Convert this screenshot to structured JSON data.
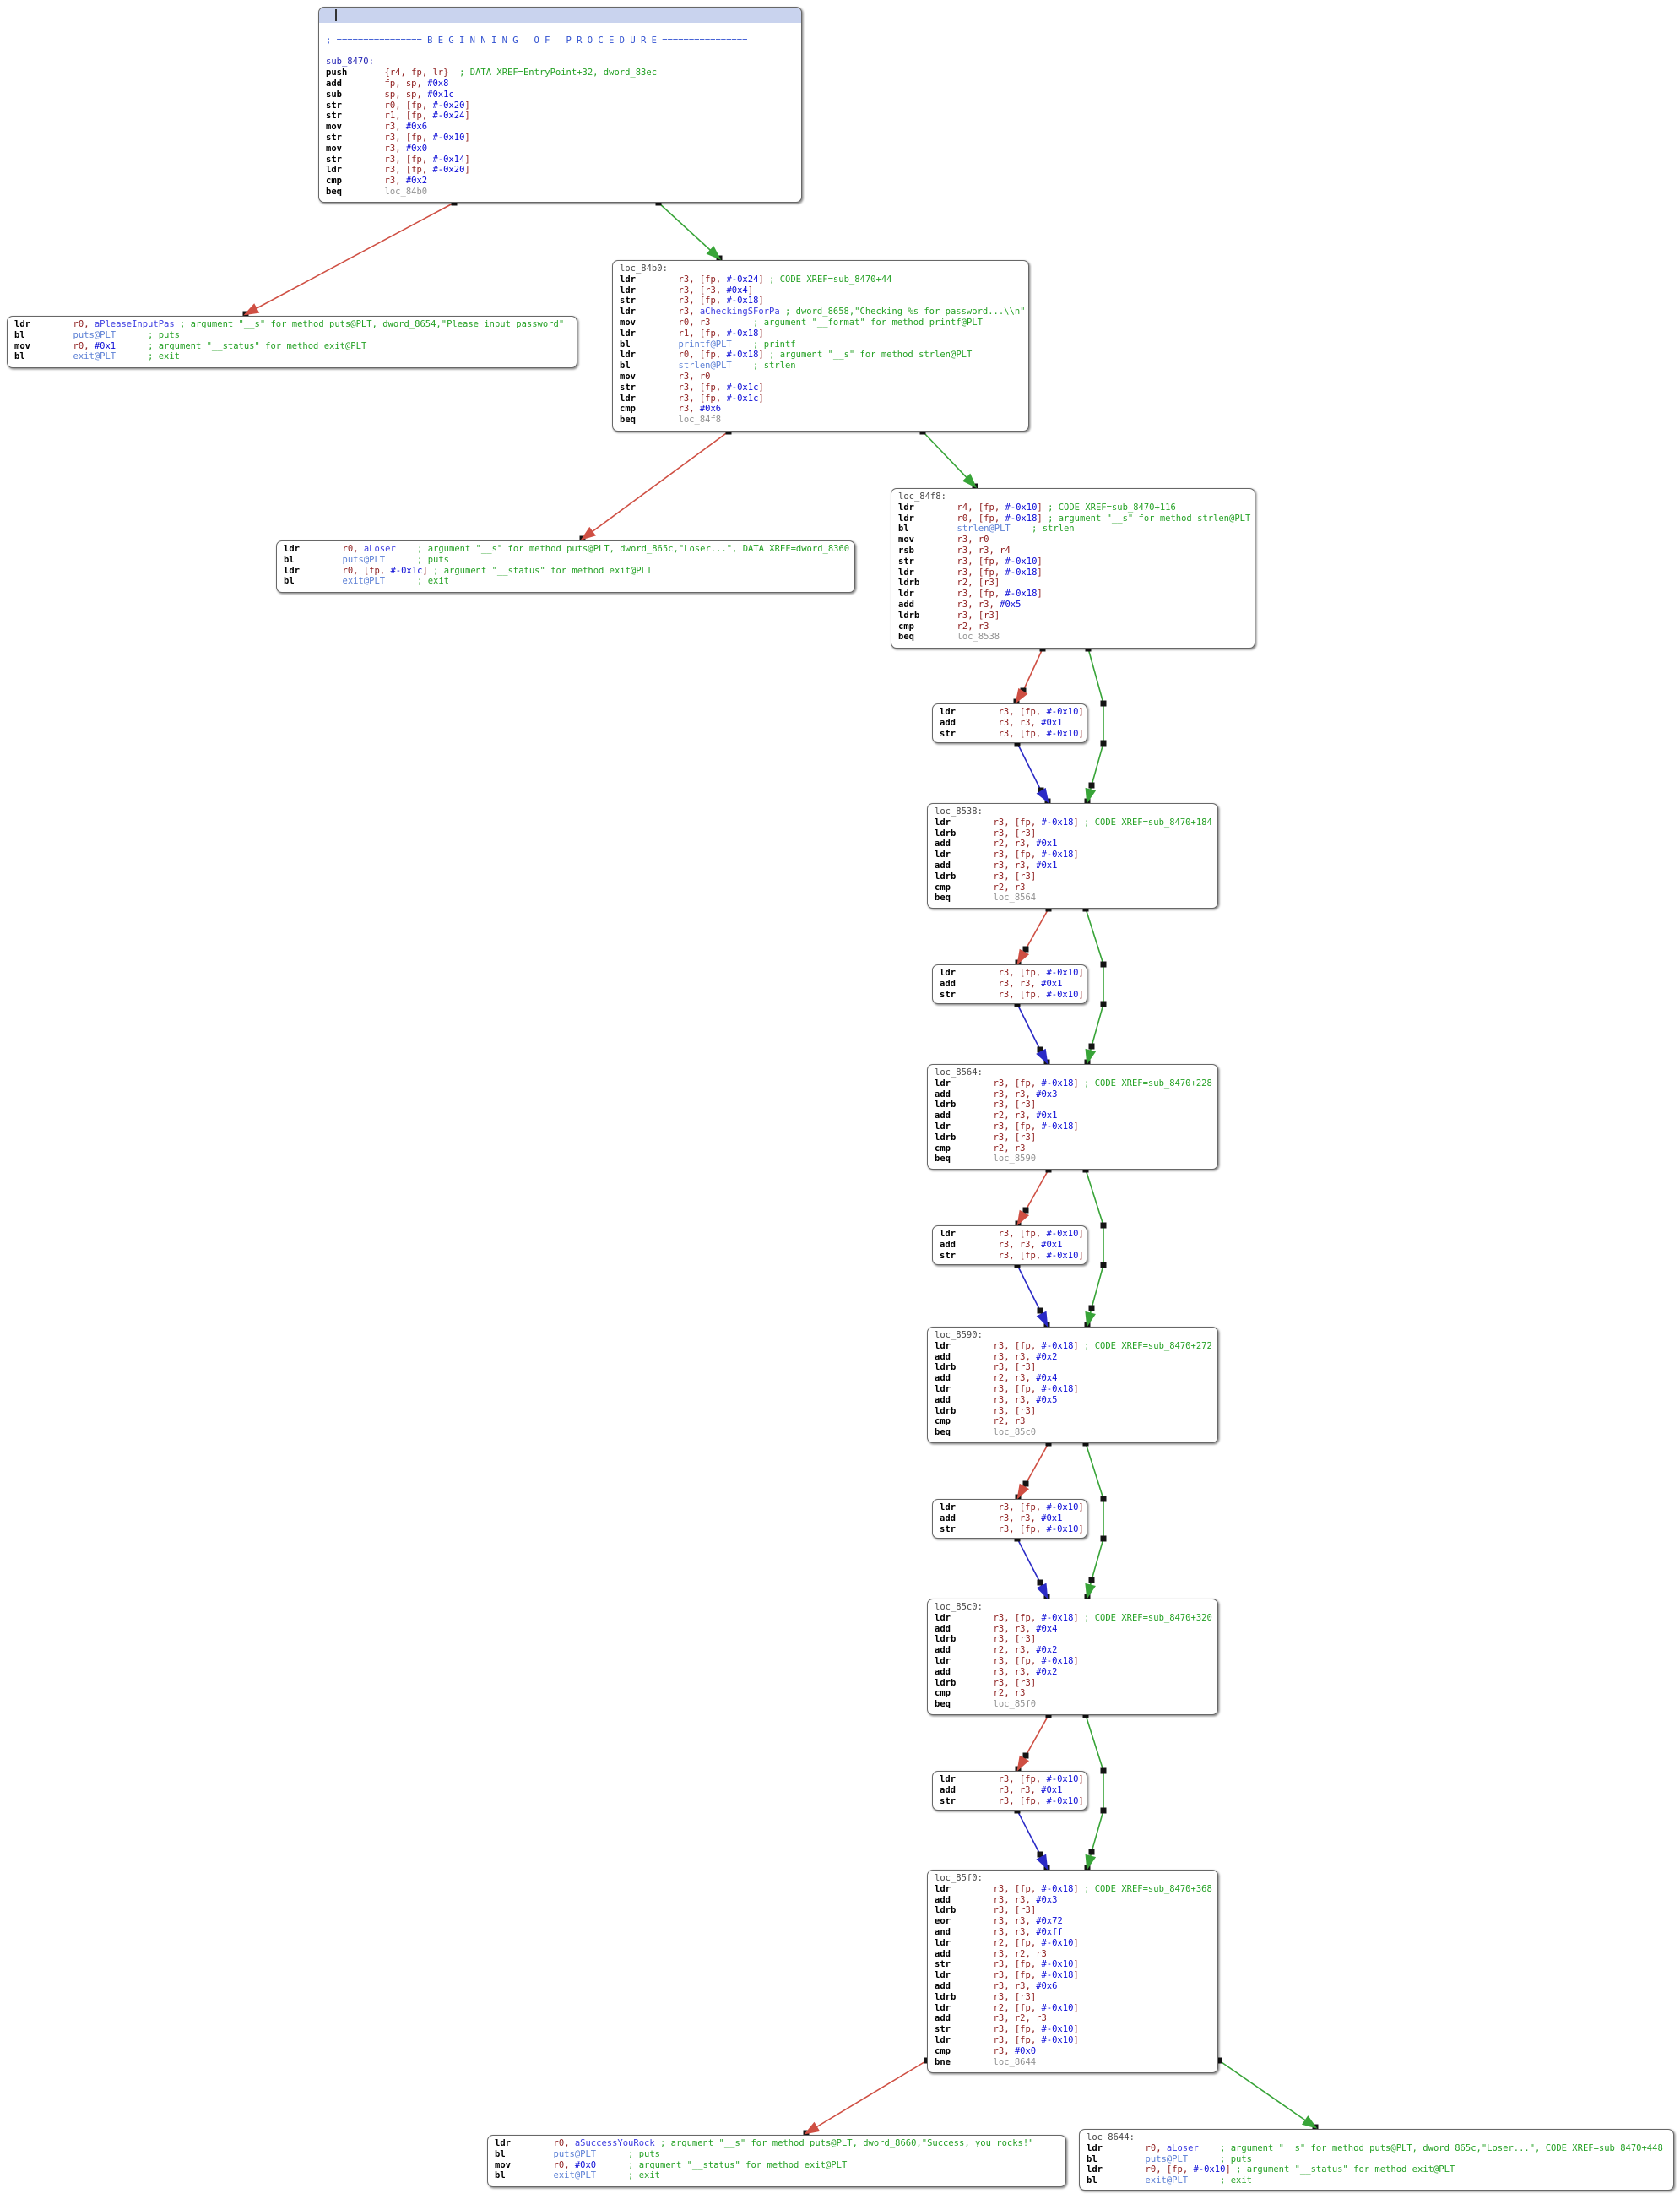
{
  "app": {
    "view_name": "disassembly-graph-view"
  },
  "colors": {
    "canvas_bg": "#ffffff",
    "node_bg": "#ffffff",
    "node_border": "#676767",
    "selection_band": "#c9d3ee",
    "edge_taken": "#38a438",
    "edge_not_taken": "#cf4f43",
    "edge_unconditional": "#2a2ac6",
    "waypoint": "#141414",
    "mnemonic": "#000000",
    "register": "#8f2020",
    "number": "#0a0ad6",
    "string_symbol": "#3d3de0",
    "plt_symbol": "#5b7fd4",
    "comment": "#25a125",
    "branch_target": "#909090",
    "procedure_label": "#2424b4",
    "local_label": "#4a4a4a",
    "banner_comment": "#3050d0"
  },
  "graph": {
    "blocks": [
      {
        "id": "entry",
        "selected": true,
        "rows": [
          {
            "t": "sel"
          },
          {
            "t": "blank"
          },
          {
            "t": "banner",
            "text": "; ================ B E G I N N I N G   O F   P R O C E D U R E ================"
          },
          {
            "t": "blank"
          },
          {
            "t": "label",
            "kind": "proc",
            "text": "sub_8470:"
          },
          {
            "t": "i",
            "m": "push",
            "o": "{r4, fp, lr}",
            "c": "; DATA XREF=EntryPoint+32, dword_83ec"
          },
          {
            "t": "i",
            "m": "add",
            "o": "fp, sp, #0x8"
          },
          {
            "t": "i",
            "m": "sub",
            "o": "sp, sp, #0x1c"
          },
          {
            "t": "i",
            "m": "str",
            "o": "r0, [fp, #-0x20]"
          },
          {
            "t": "i",
            "m": "str",
            "o": "r1, [fp, #-0x24]"
          },
          {
            "t": "i",
            "m": "mov",
            "o": "r3, #0x6"
          },
          {
            "t": "i",
            "m": "str",
            "o": "r3, [fp, #-0x10]"
          },
          {
            "t": "i",
            "m": "mov",
            "o": "r3, #0x0"
          },
          {
            "t": "i",
            "m": "str",
            "o": "r3, [fp, #-0x14]"
          },
          {
            "t": "i",
            "m": "ldr",
            "o": "r3, [fp, #-0x20]"
          },
          {
            "t": "i",
            "m": "cmp",
            "o": "r3, #0x2"
          },
          {
            "t": "i",
            "m": "beq",
            "o": "loc_84b0"
          }
        ]
      },
      {
        "id": "please",
        "rows": [
          {
            "t": "i",
            "m": "ldr",
            "o": "r0, aPleaseInputPas",
            "c": "; argument \"__s\" for method puts@PLT, dword_8654,\"Please input password\""
          },
          {
            "t": "i",
            "m": "bl",
            "o": "puts@PLT",
            "c": "; puts"
          },
          {
            "t": "i",
            "m": "mov",
            "o": "r0, #0x1",
            "c": "; argument \"__status\" for method exit@PLT"
          },
          {
            "t": "i",
            "m": "bl",
            "o": "exit@PLT",
            "c": "; exit"
          }
        ]
      },
      {
        "id": "loc_84b0",
        "rows": [
          {
            "t": "label",
            "kind": "loc",
            "text": "loc_84b0:"
          },
          {
            "t": "i",
            "m": "ldr",
            "o": "r3, [fp, #-0x24]",
            "c": "; CODE XREF=sub_8470+44"
          },
          {
            "t": "i",
            "m": "ldr",
            "o": "r3, [r3, #0x4]"
          },
          {
            "t": "i",
            "m": "str",
            "o": "r3, [fp, #-0x18]"
          },
          {
            "t": "i",
            "m": "ldr",
            "o": "r3, aCheckingSForPa",
            "c": "; dword_8658,\"Checking %s for password...\\\\n\""
          },
          {
            "t": "i",
            "m": "mov",
            "o": "r0, r3",
            "c": "; argument \"__format\" for method printf@PLT"
          },
          {
            "t": "i",
            "m": "ldr",
            "o": "r1, [fp, #-0x18]"
          },
          {
            "t": "i",
            "m": "bl",
            "o": "printf@PLT",
            "c": "; printf"
          },
          {
            "t": "i",
            "m": "ldr",
            "o": "r0, [fp, #-0x18]",
            "c": "; argument \"__s\" for method strlen@PLT"
          },
          {
            "t": "i",
            "m": "bl",
            "o": "strlen@PLT",
            "c": "; strlen"
          },
          {
            "t": "i",
            "m": "mov",
            "o": "r3, r0"
          },
          {
            "t": "i",
            "m": "str",
            "o": "r3, [fp, #-0x1c]"
          },
          {
            "t": "i",
            "m": "ldr",
            "o": "r3, [fp, #-0x1c]"
          },
          {
            "t": "i",
            "m": "cmp",
            "o": "r3, #0x6"
          },
          {
            "t": "i",
            "m": "beq",
            "o": "loc_84f8"
          }
        ]
      },
      {
        "id": "loser1",
        "rows": [
          {
            "t": "i",
            "m": "ldr",
            "o": "r0, aLoser",
            "c": "; argument \"__s\" for method puts@PLT, dword_865c,\"Loser...\", DATA XREF=dword_8360"
          },
          {
            "t": "i",
            "m": "bl",
            "o": "puts@PLT",
            "c": "; puts"
          },
          {
            "t": "i",
            "m": "ldr",
            "o": "r0, [fp, #-0x1c]",
            "c": "; argument \"__status\" for method exit@PLT"
          },
          {
            "t": "i",
            "m": "bl",
            "o": "exit@PLT",
            "c": "; exit"
          }
        ]
      },
      {
        "id": "loc_84f8",
        "rows": [
          {
            "t": "label",
            "kind": "loc",
            "text": "loc_84f8:"
          },
          {
            "t": "i",
            "m": "ldr",
            "o": "r4, [fp, #-0x10]",
            "c": "; CODE XREF=sub_8470+116"
          },
          {
            "t": "i",
            "m": "ldr",
            "o": "r0, [fp, #-0x18]",
            "c": "; argument \"__s\" for method strlen@PLT"
          },
          {
            "t": "i",
            "m": "bl",
            "o": "strlen@PLT",
            "c": "; strlen"
          },
          {
            "t": "i",
            "m": "mov",
            "o": "r3, r0"
          },
          {
            "t": "i",
            "m": "rsb",
            "o": "r3, r3, r4"
          },
          {
            "t": "i",
            "m": "str",
            "o": "r3, [fp, #-0x10]"
          },
          {
            "t": "i",
            "m": "ldr",
            "o": "r3, [fp, #-0x18]"
          },
          {
            "t": "i",
            "m": "ldrb",
            "o": "r2, [r3]"
          },
          {
            "t": "i",
            "m": "ldr",
            "o": "r3, [fp, #-0x18]"
          },
          {
            "t": "i",
            "m": "add",
            "o": "r3, r3, #0x5"
          },
          {
            "t": "i",
            "m": "ldrb",
            "o": "r3, [r3]"
          },
          {
            "t": "i",
            "m": "cmp",
            "o": "r2, r3"
          },
          {
            "t": "i",
            "m": "beq",
            "o": "loc_8538"
          }
        ]
      },
      {
        "id": "inc1",
        "rows": [
          {
            "t": "i",
            "m": "ldr",
            "o": "r3, [fp, #-0x10]"
          },
          {
            "t": "i",
            "m": "add",
            "o": "r3, r3, #0x1"
          },
          {
            "t": "i",
            "m": "str",
            "o": "r3, [fp, #-0x10]"
          }
        ]
      },
      {
        "id": "loc_8538",
        "rows": [
          {
            "t": "label",
            "kind": "loc",
            "text": "loc_8538:"
          },
          {
            "t": "i",
            "m": "ldr",
            "o": "r3, [fp, #-0x18]",
            "c": "; CODE XREF=sub_8470+184"
          },
          {
            "t": "i",
            "m": "ldrb",
            "o": "r3, [r3]"
          },
          {
            "t": "i",
            "m": "add",
            "o": "r2, r3, #0x1"
          },
          {
            "t": "i",
            "m": "ldr",
            "o": "r3, [fp, #-0x18]"
          },
          {
            "t": "i",
            "m": "add",
            "o": "r3, r3, #0x1"
          },
          {
            "t": "i",
            "m": "ldrb",
            "o": "r3, [r3]"
          },
          {
            "t": "i",
            "m": "cmp",
            "o": "r2, r3"
          },
          {
            "t": "i",
            "m": "beq",
            "o": "loc_8564"
          }
        ]
      },
      {
        "id": "inc2",
        "rows": [
          {
            "t": "i",
            "m": "ldr",
            "o": "r3, [fp, #-0x10]"
          },
          {
            "t": "i",
            "m": "add",
            "o": "r3, r3, #0x1"
          },
          {
            "t": "i",
            "m": "str",
            "o": "r3, [fp, #-0x10]"
          }
        ]
      },
      {
        "id": "loc_8564",
        "rows": [
          {
            "t": "label",
            "kind": "loc",
            "text": "loc_8564:"
          },
          {
            "t": "i",
            "m": "ldr",
            "o": "r3, [fp, #-0x18]",
            "c": "; CODE XREF=sub_8470+228"
          },
          {
            "t": "i",
            "m": "add",
            "o": "r3, r3, #0x3"
          },
          {
            "t": "i",
            "m": "ldrb",
            "o": "r3, [r3]"
          },
          {
            "t": "i",
            "m": "add",
            "o": "r2, r3, #0x1"
          },
          {
            "t": "i",
            "m": "ldr",
            "o": "r3, [fp, #-0x18]"
          },
          {
            "t": "i",
            "m": "ldrb",
            "o": "r3, [r3]"
          },
          {
            "t": "i",
            "m": "cmp",
            "o": "r2, r3"
          },
          {
            "t": "i",
            "m": "beq",
            "o": "loc_8590"
          }
        ]
      },
      {
        "id": "inc3",
        "rows": [
          {
            "t": "i",
            "m": "ldr",
            "o": "r3, [fp, #-0x10]"
          },
          {
            "t": "i",
            "m": "add",
            "o": "r3, r3, #0x1"
          },
          {
            "t": "i",
            "m": "str",
            "o": "r3, [fp, #-0x10]"
          }
        ]
      },
      {
        "id": "loc_8590",
        "rows": [
          {
            "t": "label",
            "kind": "loc",
            "text": "loc_8590:"
          },
          {
            "t": "i",
            "m": "ldr",
            "o": "r3, [fp, #-0x18]",
            "c": "; CODE XREF=sub_8470+272"
          },
          {
            "t": "i",
            "m": "add",
            "o": "r3, r3, #0x2"
          },
          {
            "t": "i",
            "m": "ldrb",
            "o": "r3, [r3]"
          },
          {
            "t": "i",
            "m": "add",
            "o": "r2, r3, #0x4"
          },
          {
            "t": "i",
            "m": "ldr",
            "o": "r3, [fp, #-0x18]"
          },
          {
            "t": "i",
            "m": "add",
            "o": "r3, r3, #0x5"
          },
          {
            "t": "i",
            "m": "ldrb",
            "o": "r3, [r3]"
          },
          {
            "t": "i",
            "m": "cmp",
            "o": "r2, r3"
          },
          {
            "t": "i",
            "m": "beq",
            "o": "loc_85c0"
          }
        ]
      },
      {
        "id": "inc4",
        "rows": [
          {
            "t": "i",
            "m": "ldr",
            "o": "r3, [fp, #-0x10]"
          },
          {
            "t": "i",
            "m": "add",
            "o": "r3, r3, #0x1"
          },
          {
            "t": "i",
            "m": "str",
            "o": "r3, [fp, #-0x10]"
          }
        ]
      },
      {
        "id": "loc_85c0",
        "rows": [
          {
            "t": "label",
            "kind": "loc",
            "text": "loc_85c0:"
          },
          {
            "t": "i",
            "m": "ldr",
            "o": "r3, [fp, #-0x18]",
            "c": "; CODE XREF=sub_8470+320"
          },
          {
            "t": "i",
            "m": "add",
            "o": "r3, r3, #0x4"
          },
          {
            "t": "i",
            "m": "ldrb",
            "o": "r3, [r3]"
          },
          {
            "t": "i",
            "m": "add",
            "o": "r2, r3, #0x2"
          },
          {
            "t": "i",
            "m": "ldr",
            "o": "r3, [fp, #-0x18]"
          },
          {
            "t": "i",
            "m": "add",
            "o": "r3, r3, #0x2"
          },
          {
            "t": "i",
            "m": "ldrb",
            "o": "r3, [r3]"
          },
          {
            "t": "i",
            "m": "cmp",
            "o": "r2, r3"
          },
          {
            "t": "i",
            "m": "beq",
            "o": "loc_85f0"
          }
        ]
      },
      {
        "id": "inc5",
        "rows": [
          {
            "t": "i",
            "m": "ldr",
            "o": "r3, [fp, #-0x10]"
          },
          {
            "t": "i",
            "m": "add",
            "o": "r3, r3, #0x1"
          },
          {
            "t": "i",
            "m": "str",
            "o": "r3, [fp, #-0x10]"
          }
        ]
      },
      {
        "id": "loc_85f0",
        "rows": [
          {
            "t": "label",
            "kind": "loc",
            "text": "loc_85f0:"
          },
          {
            "t": "i",
            "m": "ldr",
            "o": "r3, [fp, #-0x18]",
            "c": "; CODE XREF=sub_8470+368"
          },
          {
            "t": "i",
            "m": "add",
            "o": "r3, r3, #0x3"
          },
          {
            "t": "i",
            "m": "ldrb",
            "o": "r3, [r3]"
          },
          {
            "t": "i",
            "m": "eor",
            "o": "r3, r3, #0x72"
          },
          {
            "t": "i",
            "m": "and",
            "o": "r3, r3, #0xff"
          },
          {
            "t": "i",
            "m": "ldr",
            "o": "r2, [fp, #-0x10]"
          },
          {
            "t": "i",
            "m": "add",
            "o": "r3, r2, r3"
          },
          {
            "t": "i",
            "m": "str",
            "o": "r3, [fp, #-0x10]"
          },
          {
            "t": "i",
            "m": "ldr",
            "o": "r3, [fp, #-0x18]"
          },
          {
            "t": "i",
            "m": "add",
            "o": "r3, r3, #0x6"
          },
          {
            "t": "i",
            "m": "ldrb",
            "o": "r3, [r3]"
          },
          {
            "t": "i",
            "m": "ldr",
            "o": "r2, [fp, #-0x10]"
          },
          {
            "t": "i",
            "m": "add",
            "o": "r3, r2, r3"
          },
          {
            "t": "i",
            "m": "str",
            "o": "r3, [fp, #-0x10]"
          },
          {
            "t": "i",
            "m": "ldr",
            "o": "r3, [fp, #-0x10]"
          },
          {
            "t": "i",
            "m": "cmp",
            "o": "r3, #0x0"
          },
          {
            "t": "i",
            "m": "bne",
            "o": "loc_8644"
          }
        ]
      },
      {
        "id": "success",
        "rows": [
          {
            "t": "i",
            "m": "ldr",
            "o": "r0, aSuccessYouRock",
            "c": "; argument \"__s\" for method puts@PLT, dword_8660,\"Success, you rocks!\""
          },
          {
            "t": "i",
            "m": "bl",
            "o": "puts@PLT",
            "c": "; puts"
          },
          {
            "t": "i",
            "m": "mov",
            "o": "r0, #0x0",
            "c": "; argument \"__status\" for method exit@PLT"
          },
          {
            "t": "i",
            "m": "bl",
            "o": "exit@PLT",
            "c": "; exit"
          }
        ]
      },
      {
        "id": "loc_8644",
        "rows": [
          {
            "t": "label",
            "kind": "loc",
            "text": "loc_8644:"
          },
          {
            "t": "i",
            "m": "ldr",
            "o": "r0, aLoser",
            "c": "; argument \"__s\" for method puts@PLT, dword_865c,\"Loser...\", CODE XREF=sub_8470+448"
          },
          {
            "t": "i",
            "m": "bl",
            "o": "puts@PLT",
            "c": "; puts"
          },
          {
            "t": "i",
            "m": "ldr",
            "o": "r0, [fp, #-0x10]",
            "c": "; argument \"__status\" for method exit@PLT"
          },
          {
            "t": "i",
            "m": "bl",
            "o": "exit@PLT",
            "c": "; exit"
          }
        ]
      }
    ],
    "edges": [
      {
        "from": "entry",
        "to": "please",
        "kind": "not_taken"
      },
      {
        "from": "entry",
        "to": "loc_84b0",
        "kind": "taken"
      },
      {
        "from": "loc_84b0",
        "to": "loser1",
        "kind": "not_taken"
      },
      {
        "from": "loc_84b0",
        "to": "loc_84f8",
        "kind": "taken"
      },
      {
        "from": "loc_84f8",
        "to": "inc1",
        "kind": "not_taken"
      },
      {
        "from": "inc1",
        "to": "loc_8538",
        "kind": "unconditional"
      },
      {
        "from": "loc_84f8",
        "to": "loc_8538",
        "kind": "taken"
      },
      {
        "from": "loc_8538",
        "to": "inc2",
        "kind": "not_taken"
      },
      {
        "from": "inc2",
        "to": "loc_8564",
        "kind": "unconditional"
      },
      {
        "from": "loc_8538",
        "to": "loc_8564",
        "kind": "taken"
      },
      {
        "from": "loc_8564",
        "to": "inc3",
        "kind": "not_taken"
      },
      {
        "from": "inc3",
        "to": "loc_8590",
        "kind": "unconditional"
      },
      {
        "from": "loc_8564",
        "to": "loc_8590",
        "kind": "taken"
      },
      {
        "from": "loc_8590",
        "to": "inc4",
        "kind": "not_taken"
      },
      {
        "from": "inc4",
        "to": "loc_85c0",
        "kind": "unconditional"
      },
      {
        "from": "loc_8590",
        "to": "loc_85c0",
        "kind": "taken"
      },
      {
        "from": "loc_85c0",
        "to": "inc5",
        "kind": "not_taken"
      },
      {
        "from": "inc5",
        "to": "loc_85f0",
        "kind": "unconditional"
      },
      {
        "from": "loc_85c0",
        "to": "loc_85f0",
        "kind": "taken"
      },
      {
        "from": "loc_85f0",
        "to": "success",
        "kind": "not_taken"
      },
      {
        "from": "loc_85f0",
        "to": "loc_8644",
        "kind": "taken"
      }
    ]
  }
}
